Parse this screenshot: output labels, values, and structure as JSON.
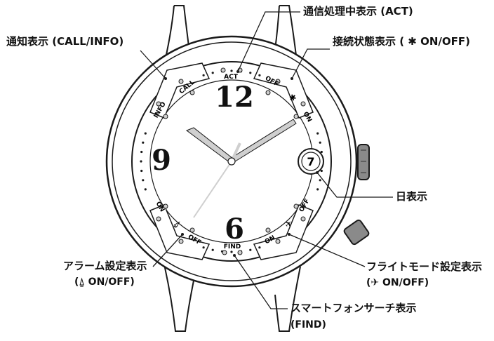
{
  "callouts": {
    "act": "通信処理中表示 (ACT)",
    "notify": "通知表示 (CALL/INFO)",
    "connection": "接続状態表示 ( ✱ ON/OFF)",
    "date": "日表示",
    "alarm_title": "アラーム設定表示",
    "alarm_sub": "(⍙ ON/OFF)",
    "flight_title": "フライトモード設定表示",
    "flight_sub": "(✈ ON/OFF)",
    "find_title": "スマートフォンサーチ表示",
    "find_sub": "(FIND)"
  },
  "dial": {
    "num12": "12",
    "num9": "9",
    "num6": "6",
    "date_value": "7",
    "act": "ACT",
    "find": "FIND",
    "call": "CALL",
    "info": "INFO",
    "bt_on": "ON",
    "bt_off": "OFF",
    "alarm_on": "ON",
    "alarm_off": "OFF",
    "flight_on": "ON",
    "flight_off": "OFF"
  },
  "icons": {
    "bluetooth": "bluetooth-icon",
    "bell": "bell-icon",
    "airplane": "airplane-icon"
  },
  "colors": {
    "hands": "#cfcfcf",
    "outline": "#1a1a1a",
    "crown": "#8a8a8a"
  }
}
